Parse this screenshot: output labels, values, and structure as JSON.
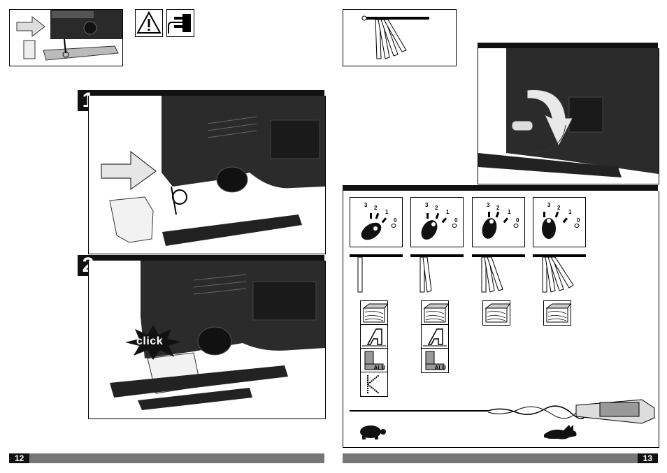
{
  "pages": {
    "left_number": "12",
    "right_number": "13"
  },
  "steps": [
    {
      "label": "1"
    },
    {
      "label": "2"
    }
  ],
  "click_text": "click",
  "dial": {
    "numbers": [
      "3",
      "2",
      "1",
      "0"
    ]
  },
  "materials": {
    "alu_label": "ALU"
  },
  "icons": {
    "warning": "warning-triangle-icon",
    "unplug": "unplug-icon",
    "slow": "turtle-icon",
    "fast": "hare-icon"
  }
}
